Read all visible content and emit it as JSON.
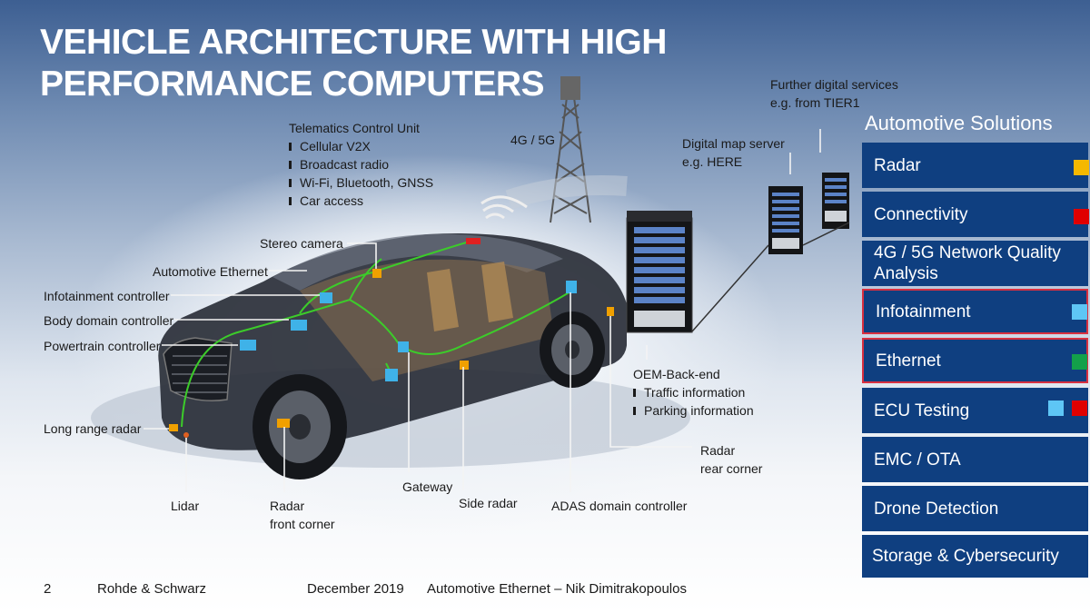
{
  "title": "VEHICLE ARCHITECTURE WITH HIGH PERFORMANCE COMPUTERS",
  "labels": {
    "tcu": "Telematics Control Unit",
    "tcu_items": [
      "Cellular V2X",
      "Broadcast radio",
      "Wi-Fi, Bluetooth, GNSS",
      "Car access"
    ],
    "net": "4G / 5G",
    "map_server_1": "Digital map server",
    "map_server_2": "e.g. HERE",
    "further_1": "Further digital services",
    "further_2": "e.g. from TIER1",
    "stereo_camera": "Stereo camera",
    "auto_ethernet": "Automotive Ethernet",
    "infotainment_ctrl": "Infotainment controller",
    "body_ctrl": "Body domain controller",
    "powertrain_ctrl": "Powertrain controller",
    "long_radar": "Long range radar",
    "lidar": "Lidar",
    "radar_front_1": "Radar",
    "radar_front_2": "front corner",
    "gateway": "Gateway",
    "side_radar": "Side radar",
    "adas": "ADAS domain controller",
    "radar_rear_1": "Radar",
    "radar_rear_2": "rear corner",
    "oem": "OEM-Back-end",
    "oem_items": [
      "Traffic information",
      "Parking information"
    ]
  },
  "solutions": {
    "title": "Automotive Solutions",
    "items": [
      {
        "label": "Radar",
        "highlighted": false,
        "colors": [
          "#f5b800"
        ]
      },
      {
        "label": "Connectivity",
        "highlighted": false,
        "colors": [
          "#e00000"
        ]
      },
      {
        "label": "4G / 5G Network Quality Analysis",
        "highlighted": false,
        "colors": []
      },
      {
        "label": "Infotainment",
        "highlighted": true,
        "colors": [
          "#5ec6f5"
        ]
      },
      {
        "label": "Ethernet",
        "highlighted": true,
        "colors": [
          "#13a04a"
        ]
      },
      {
        "label": "ECU Testing",
        "highlighted": false,
        "colors": [
          "#5ec6f5",
          "#e00000"
        ]
      },
      {
        "label": "EMC / OTA",
        "highlighted": false,
        "colors": []
      },
      {
        "label": "Drone Detection",
        "highlighted": false,
        "colors": []
      },
      {
        "label": "Storage & Cybersecurity",
        "highlighted": false,
        "colors": []
      }
    ]
  },
  "footer": {
    "page": "2",
    "company": "Rohde & Schwarz",
    "date": "December 2019",
    "subject": "Automotive Ethernet – Nik Dimitrakopoulos"
  },
  "colors": {
    "panel_bg": "#0f3f80",
    "highlight_border": "#d83040",
    "title_text": "#ffffff",
    "ethernet_line": "#3ccc2a",
    "ecu_blue": "#3fb2e8",
    "ecu_orange": "#f0a000",
    "led_red": "#e02020"
  }
}
